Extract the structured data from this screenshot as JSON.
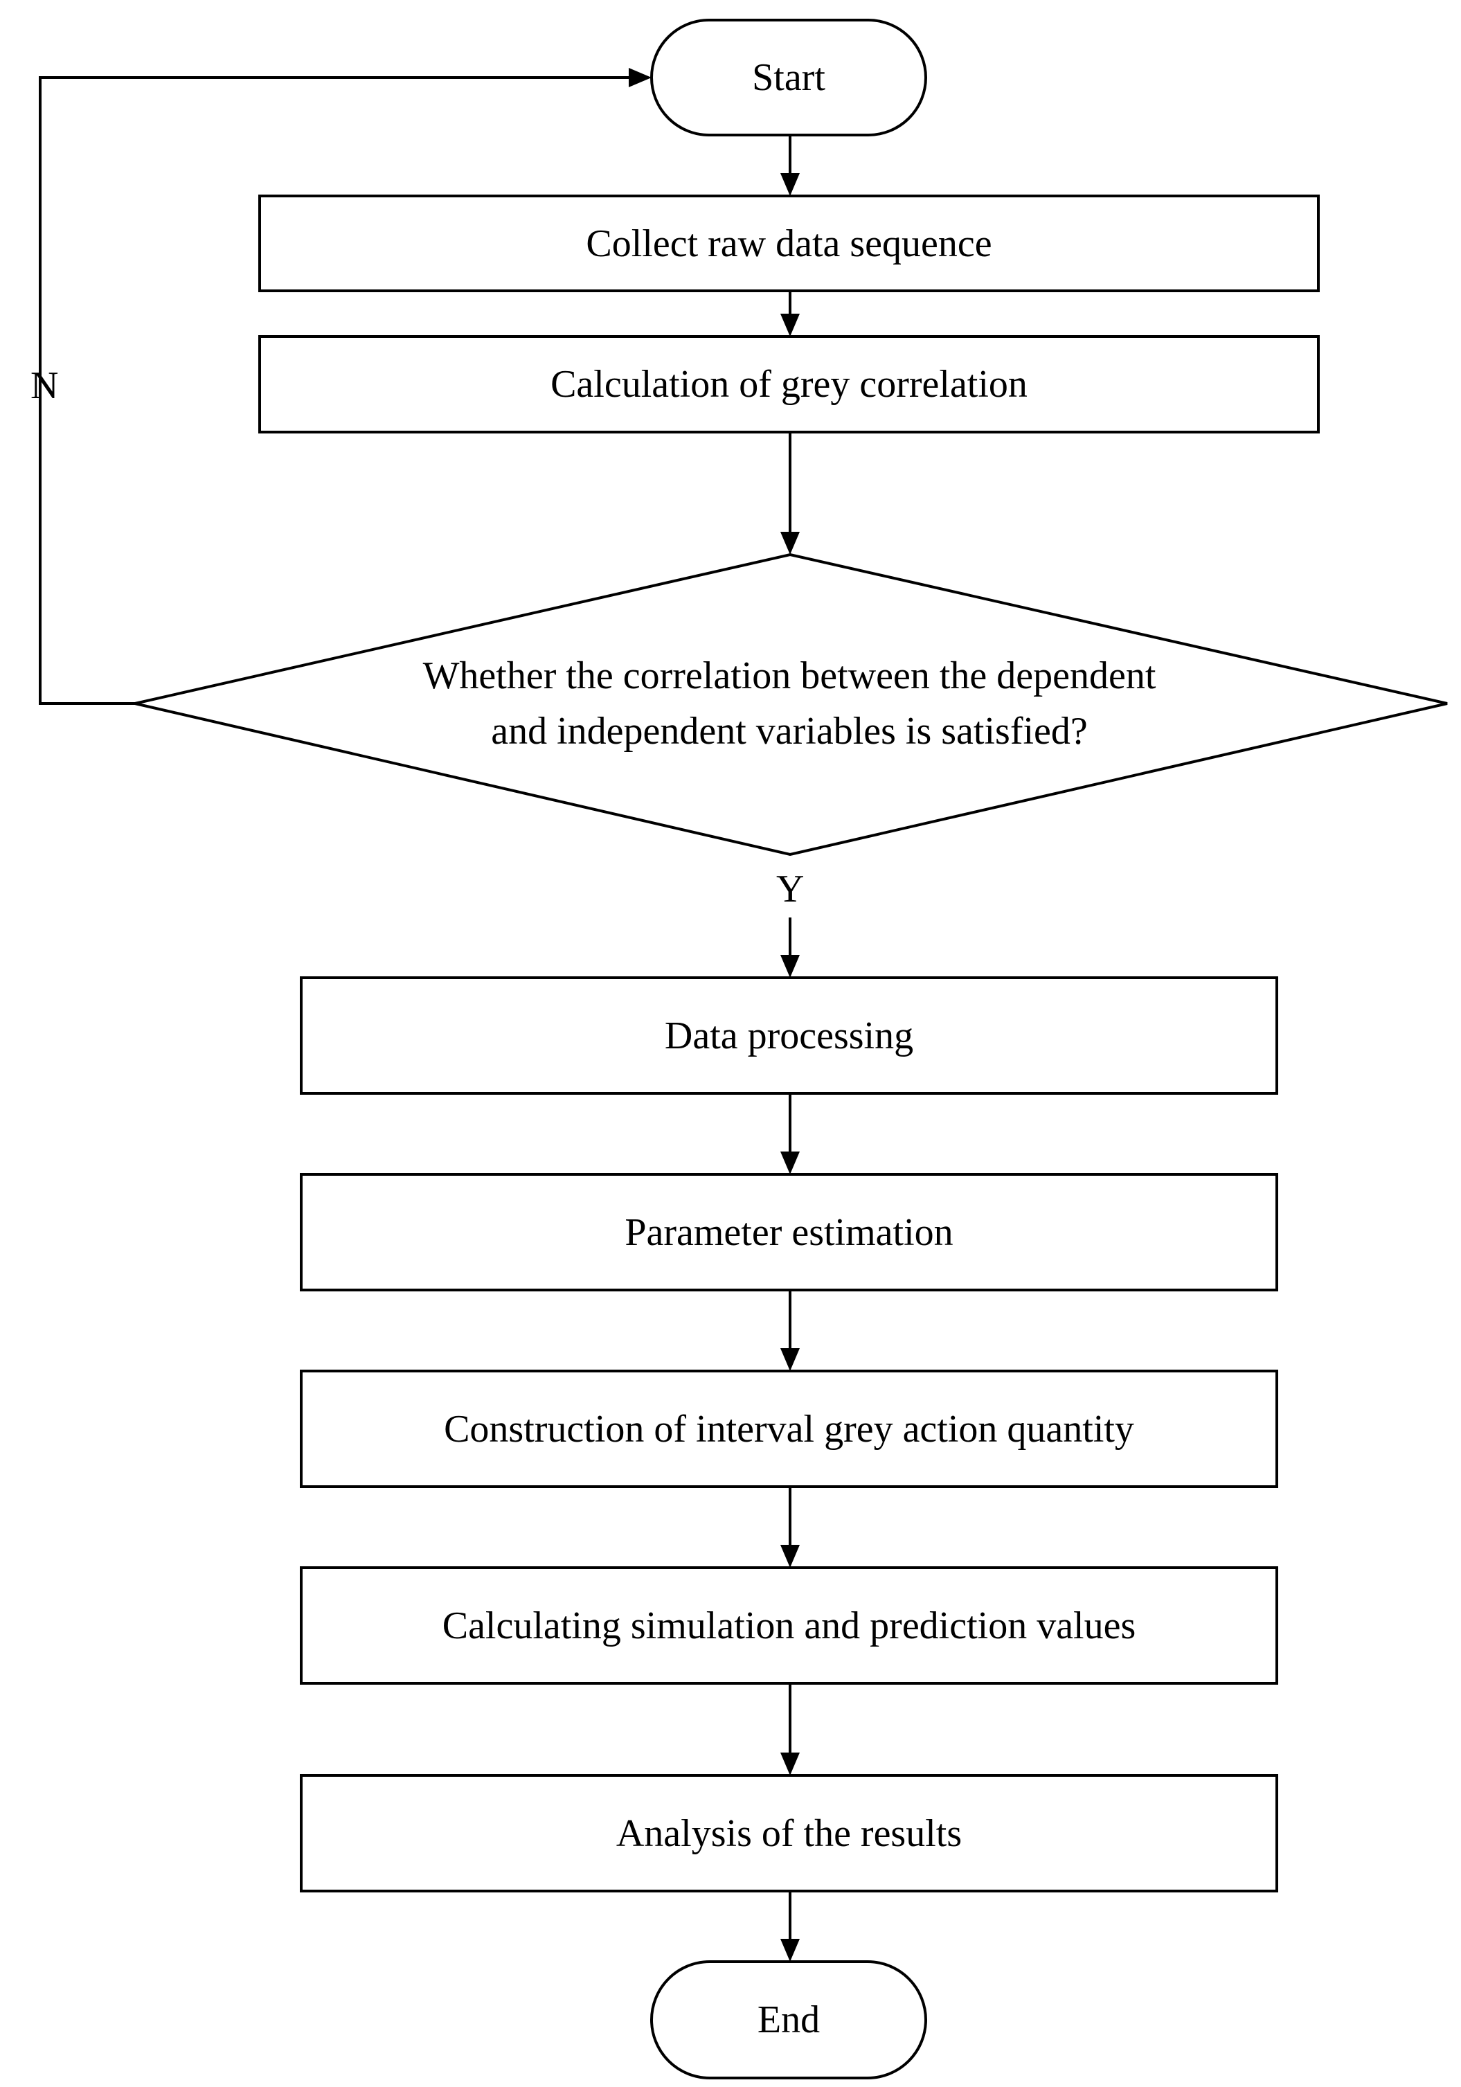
{
  "flowchart": {
    "start": "Start",
    "collect": "Collect raw data sequence",
    "correlation": "Calculation of grey correlation",
    "decision_line1": "Whether the correlation between the dependent",
    "decision_line2": "and independent variables is satisfied?",
    "yes_label": "Y",
    "no_label": "N",
    "processing": "Data processing",
    "estimation": "Parameter estimation",
    "construction": "Construction of interval grey action quantity",
    "calculating": "Calculating simulation and prediction values",
    "analysis": "Analysis of the results",
    "end": "End"
  }
}
